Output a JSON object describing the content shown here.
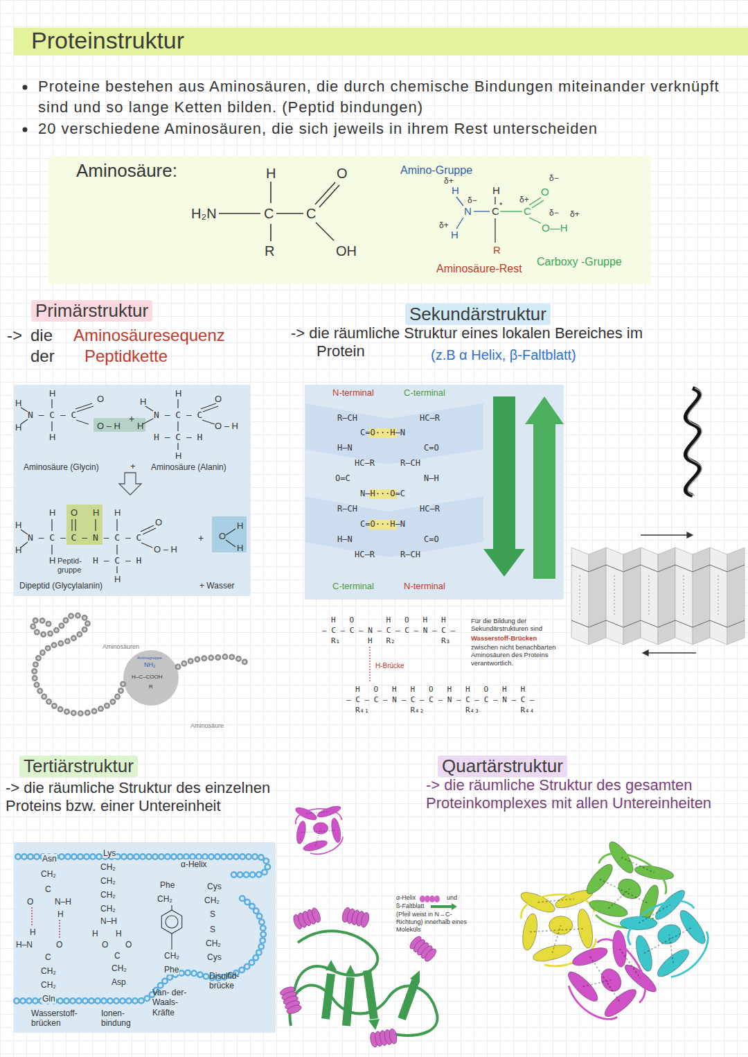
{
  "diagram": {
    "title": "Proteinstruktur",
    "nodes": [
      {
        "text": [
          "Aminosäure:"
        ]
      },
      {
        "text": [
          "Aminosäure (Glycin)",
          "+",
          "Aminosäure (Alanin)",
          "Peptid- gruppe",
          "Dipeptid (Glycylalanin)",
          "+ Wasser"
        ]
      },
      {
        "text": [
          "Aminogruppe",
          "NH₂",
          "H–C–COOH",
          "R"
        ]
      },
      {
        "text": [
          "N-terminal",
          "C-terminal",
          "C-terminal",
          "N-terminal"
        ]
      },
      {
        "text": [
          "α-Helix",
          "Wasserstoff- brücken",
          "Ionen- bindung",
          "Van- der-Waals- Kräfte",
          "Disulfid- brücke"
        ]
      }
    ],
    "labels": [
      "Proteine bestehen aus Aminosäuren, die durch chemische Bindungen miteinander verknüpft sind und so lange Ketten bilden. (Peptid bindungen)",
      "20 verschiedene Aminosäuren, die sich jeweils in ihrem Rest unterscheiden",
      "H",
      "H₂N",
      "C",
      "C",
      "R",
      "O",
      "OH",
      "Amino-Gruppe",
      "δ+",
      "H",
      "δ−",
      "N",
      "δ+",
      "H",
      "H",
      "C",
      "*",
      "δ+",
      "C",
      "O",
      "δ−",
      "δ−",
      "δ+",
      "O—H",
      "R",
      "Aminosäure-Rest",
      "Carboxy -Gruppe",
      "Primärstruktur",
      "->",
      "die",
      "Aminosäuresequenz",
      "der",
      "Peptidkette",
      "Sekundärstruktur",
      "-> die räumliche Struktur eines lokalen Bereiches im Protein",
      "(z.B α Helix, β-Faltblatt)",
      "H",
      "O",
      "H",
      "N – C – C",
      "H",
      "H",
      "O – H",
      "+",
      "H",
      "H",
      "N – C – C",
      "H",
      "O",
      "O – H",
      "H – C – H",
      "H",
      "H",
      "O",
      "H",
      "H",
      "H",
      "N – C – C – N – C – C",
      "H",
      "O",
      "O – H",
      "H",
      "H – C – H",
      "H",
      "+",
      "O",
      "H",
      "H",
      "Aminosäuren",
      "Aminosäure",
      "R–CH",
      "HC–R",
      "C=O···H–N",
      "H–N",
      "C=O",
      "HC–R",
      "R–CH",
      "O=C",
      "N–H",
      "N–H···O=C",
      "R–CH",
      "HC–R",
      "C=O···H–N",
      "H–N",
      "C=O",
      "HC–R",
      "R–CH",
      "H   O       H   O   H   H",
      "— C — C — N — C — C — N — C —",
      "R₁      H   R₂          R₃",
      "H-Brücke",
      "H   O   H   H   O   H   H   O   H   H",
      "— C — C — N — C — C — N — C — C — N — C —",
      "R₄₁         R₄₂         R₄₃         R₄₄",
      "Für die Bildung der Sekundärstrukturen sind",
      "Wasserstoff-Brücken",
      "zwischen nicht benachbarten Aminosäuren des Proteins verantwortlich.",
      "Tertiärstruktur",
      "-> die räumliche Struktur des einzelnen Proteins bzw. einer Untereinheit",
      "Quartärstruktur",
      "-> die räumliche Struktur des gesamten Proteinkomplexes mit allen Untereinheiten",
      "Asn",
      "CH₂",
      "C",
      "O",
      "N–H",
      "H",
      "H",
      "H–N",
      "O",
      "C",
      "CH₂",
      "CH₂",
      "Gln",
      "Lys",
      "CH₂",
      "CH₂",
      "CH₂",
      "CH₂",
      "N–H",
      "H",
      "H",
      "O",
      "O",
      "C",
      "CH₂",
      "Asp",
      "Phe",
      "CH₂",
      "CH₂",
      "Phe",
      "Cys",
      "CH₂",
      "S",
      "S",
      "CH₂",
      "Cys",
      "α-Helix",
      "und",
      "ß-Faltblatt",
      "(Pfeil weist in N→C-Richtung) innerhalb eines Moleküls"
    ]
  }
}
